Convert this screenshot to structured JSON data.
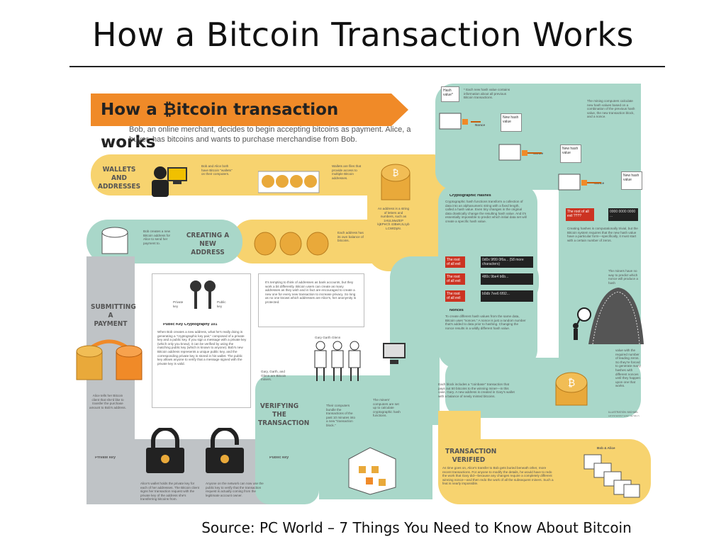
{
  "slide": {
    "title": "How a Bitcoin Transaction Works",
    "source": "Source: PC World – 7 Things You Need to Know About Bitcoin"
  },
  "colors": {
    "teal": "#a9d7c9",
    "teal_dark": "#7fc4b1",
    "yellow": "#f7d36f",
    "orange": "#f08a28",
    "gray": "#bfc3c6",
    "dark": "#222222",
    "red": "#cc3322"
  },
  "infographic": {
    "title": "How a ₿itcoin transaction works",
    "intro": "Bob, an online merchant, decides to begin accepting bitcoins as payment. Alice, a buyer, has bitcoins and wants to purchase merchandise from Bob.",
    "stages": {
      "wallets": "WALLETS AND ADDRESSES",
      "creating": "CREATING A NEW ADDRESS",
      "submitting": "SUBMITTING A PAYMENT",
      "verifying": "VERIFYING THE TRANSACTION",
      "verified": "TRANSACTION VERIFIED"
    },
    "notes": {
      "wallets_a": "Bob and Alice both have Bitcoin \"wallets\" on their computers.",
      "wallets_b": "Wallets are files that provide access to multiple Bitcoin addresses.",
      "address_a": "An address is a string of letters and numbers, such as 1HULMwZEP kjEPeCh 43BeKJL1yb LCWtDpN.",
      "creating_a": "Bob creates a new Bitcoin address for Alice to send her payment to.",
      "creating_b": "Each address has its own balance of bitcoins.",
      "pk_title": "Public Key Cryptography 101",
      "pk_body": "When Bob creates a new address, what he's really doing is generating a \"cryptographic key pair,\" composed of a private key and a public key. If you sign a message with a private key (which only you know), it can be verified by using the matching public key (which is known to anyone). Bob's new Bitcoin address represents a unique public key, and the corresponding private key is stored in his wallet. The public key allows anyone to verify that a message signed with the private key is valid.",
      "private_key": "Private key",
      "public_key": "Public key",
      "tempting": "It's tempting to think of addresses as bank accounts, but they work a bit differently. Bitcoin users can create as many addresses as they wish and in fact are encouraged to create a new one for every new transaction to increase privacy. So long as no one knows which addresses are Alice's, her anonymity is protected.",
      "submit_a": "Alice tells her Bitcoin client that she'd like to transfer the purchase amount to Bob's address.",
      "wallet_bottom": "Alice's wallet holds the private key for each of her addresses. The Bitcoin client signs her transaction request with the private key of the address she's transferring bitcoins from.",
      "network": "Anyone on the network can now use the public key to verify that the transaction request is actually coming from the legitimate account owner.",
      "miners": "Gary, Garth, and Glenn are Bitcoin miners.",
      "bundle": "Their computers bundle the transactions of the past 10 minutes into a new \"transaction block.\"",
      "computers": "The miners' computers are set up to calculate cryptographic hash functions.",
      "names": "Gary Garth Glenn",
      "hash_title": "Cryptographic Hashes",
      "hash_body": "Cryptographic hash functions transform a collection of data into an alphanumeric string with a fixed length, called a hash value. Even tiny changes in the original data drastically change the resulting hash value. And it's essentially impossible to predict which initial data set will create a specific hash value.",
      "nonce_title": "Nonces",
      "nonce_body": "To create different hash values from the same data, Bitcoin uses \"nonces.\" A nonce is just a random number that's added to data prior to hashing. Changing the nonce results in a wildly different hash value.",
      "root": "The root of all evil",
      "hash1": "0d0x 9f99 0f6a... (58 more characters)",
      "hash2": "480c 9be4 b6b...",
      "hash3": "b0db 7ee6 6f92...",
      "mining": "The mining computers calculate new hash values based on a combination of the previous hash value, the new transaction block, and a nonce.",
      "each_new": "* Each new hash value contains information about all previous Bitcoin transactions.",
      "hash_value": "Hash value*",
      "new_hash": "New hash value",
      "nonce": "Nonce",
      "root_q": "The root of all evil ????",
      "zeros": "0000 0000 0000 ...",
      "creating_hashes": "Creating hashes is computationally trivial, but the Bitcoin system requires that the new hash value have a particular form—specifically, it must start with a certain number of zeros.",
      "no_way": "The miners have no way to predict which nonce will produce a hash",
      "value_with": "value with the required number of leading zeros. So they're forced to generate many hashes with different nonces until they happen upon one that works.",
      "reward": "Each block includes a \"coinbase\" transaction that pays out 50 bitcoins to the winning miner—in this case, Gary. A new address is created in Gary's wallet with a balance of newly minted bitcoins.",
      "verified_body": "As time goes on, Alice's transfer to Bob gets buried beneath other, more recent transactions. For anyone to modify the details, he would have to redo the work that Gary did—because any changes require a completely different winning nonce—and then redo the work of all the subsequent miners. Such a feat is nearly impossible.",
      "bob_alice": "Bob & Alice",
      "credit": "ILLUSTRATION: MICHAEL HEIDENREICH/PC WORLD"
    }
  }
}
